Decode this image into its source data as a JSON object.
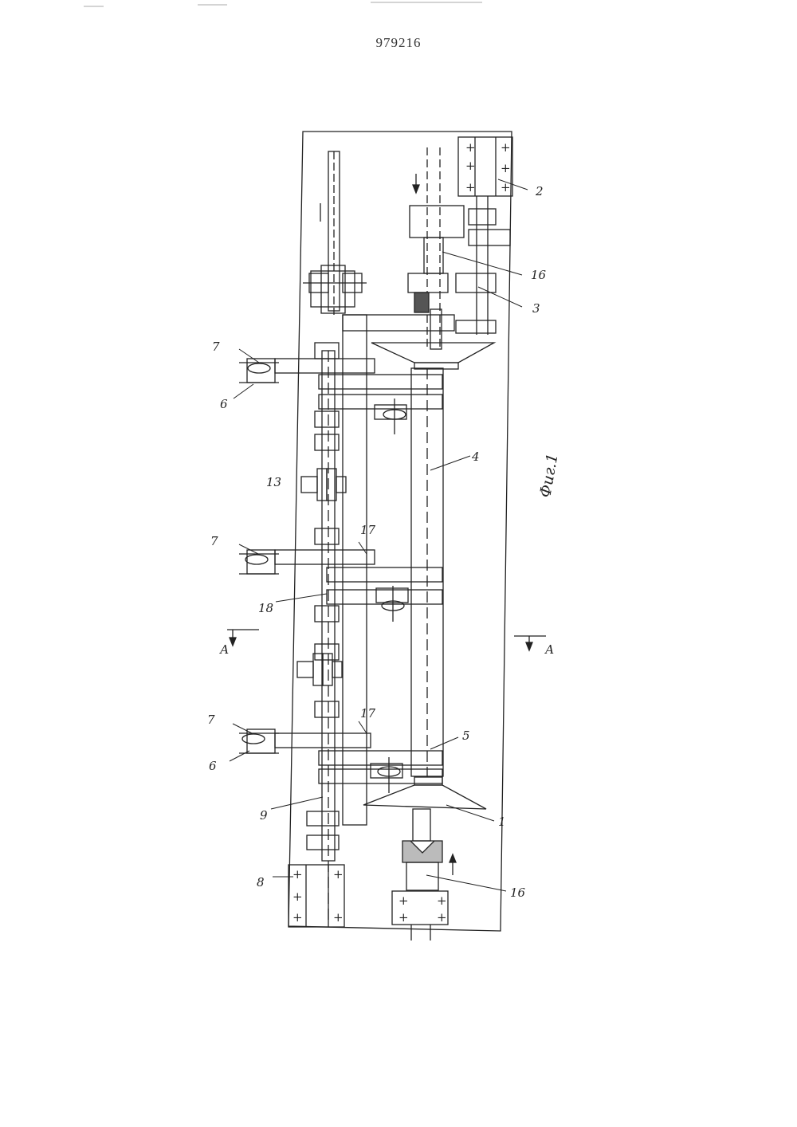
{
  "document": {
    "number": "979216"
  },
  "figure": {
    "caption": "Фиг.1",
    "section_mark": "А",
    "labels": {
      "l1": "1",
      "l2": "2",
      "l3": "3",
      "l4": "4",
      "l5": "5",
      "l6": "6",
      "l7": "7",
      "l8": "8",
      "l9": "9",
      "l13": "13",
      "l16": "16",
      "l17": "17",
      "l18": "18"
    }
  }
}
